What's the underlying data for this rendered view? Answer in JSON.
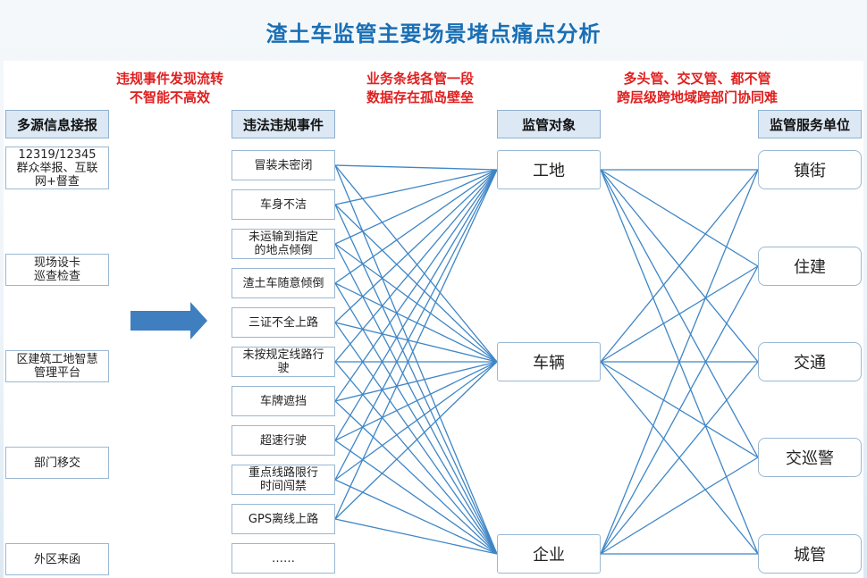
{
  "title": "渣土车监管主要场景堵点痛点分析",
  "notes": {
    "left": "违规事件发现流转\n不智能不高效",
    "middle": "业务条线各管一段\n数据存在孤岛壁垒",
    "right": "多头管、交叉管、都不管\n跨层级跨地域跨部门协同难"
  },
  "headers": {
    "sources": "多源信息接报",
    "events": "违法违规事件",
    "objects": "监管对象",
    "units": "监管服务单位"
  },
  "sources": [
    "12319/12345\n群众举报、互联\n网+督查",
    "现场设卡\n巡查检查",
    "区建筑工地智慧\n管理平台",
    "部门移交",
    "外区来函"
  ],
  "events": [
    "冒装未密闭",
    "车身不洁",
    "未运输到指定\n的地点倾倒",
    "渣土车随意倾倒",
    "三证不全上路",
    "未按规定线路行\n驶",
    "车牌遮挡",
    "超速行驶",
    "重点线路限行\n时间闯禁",
    "GPS离线上路",
    "……"
  ],
  "objects": [
    "工地",
    "车辆",
    "企业"
  ],
  "units": [
    "镇街",
    "住建",
    "交通",
    "交巡警",
    "城管"
  ],
  "colors": {
    "link": "#3f86c6",
    "arrow": "#3f7fbf"
  }
}
